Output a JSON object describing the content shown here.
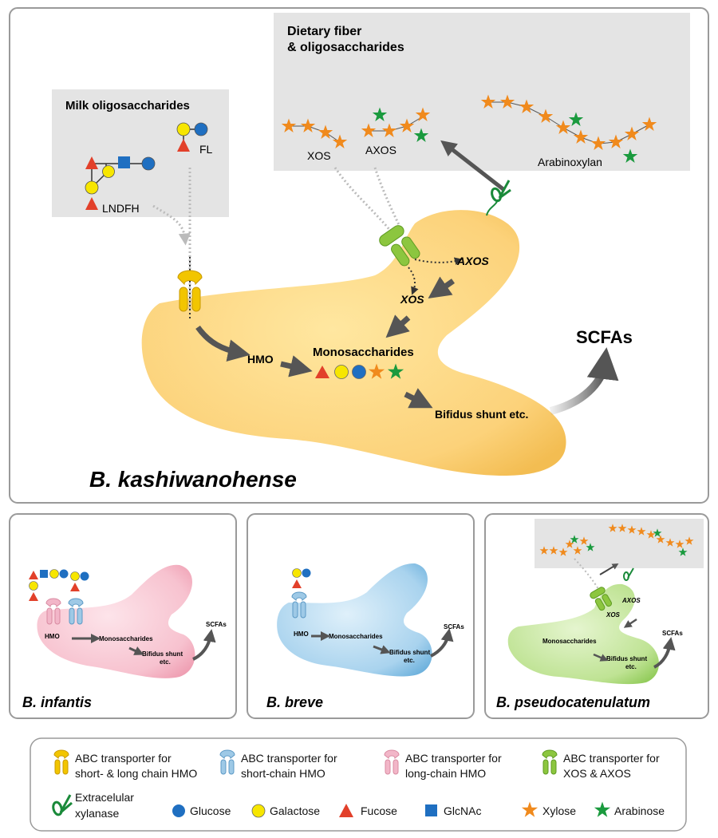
{
  "main_panel": {
    "species": "B. kashiwanohense",
    "milk_box_title": "Milk oligosaccharides",
    "fiber_box_title_line1": "Dietary fiber",
    "fiber_box_title_line2": "& oligosaccharides",
    "milk_labels": {
      "fl": "FL",
      "lndfh": "LNDFH"
    },
    "fiber_labels": {
      "xos": "XOS",
      "axos": "AXOS",
      "arabinoxylan": "Arabinoxylan"
    },
    "cell_labels": {
      "axos": "AXOS",
      "xos": "XOS",
      "hmo": "HMO",
      "monosaccharides": "Monosaccharides",
      "bifidus": "Bifidus shunt etc.",
      "scfas": "SCFAs"
    }
  },
  "infantis_panel": {
    "species": "B. infantis",
    "labels": {
      "hmo": "HMO",
      "monosaccharides": "Monosaccharides",
      "bifidus_line1": "Bifidus shunt",
      "bifidus_line2": "etc.",
      "scfas": "SCFAs"
    }
  },
  "breve_panel": {
    "species": "B. breve",
    "labels": {
      "hmo": "HMO",
      "monosaccharides": "Monosaccharides",
      "bifidus_line1": "Bifidus shunt",
      "bifidus_line2": "etc.",
      "scfas": "SCFAs"
    }
  },
  "pseudo_panel": {
    "species": "B. pseudocatenulatum",
    "labels": {
      "axos": "AXOS",
      "xos": "XOS",
      "monosaccharides": "Monosaccharides",
      "bifidus_line1": "Bifidus shunt",
      "bifidus_line2": "etc.",
      "scfas": "SCFAs"
    }
  },
  "legend": {
    "row1": [
      {
        "icon": "transporter-yellow-icon",
        "line1": "ABC transporter for",
        "line2": "short- & long chain HMO",
        "color": "#f2c500"
      },
      {
        "icon": "transporter-blue-icon",
        "line1": "ABC transporter for",
        "line2": "short-chain HMO",
        "color": "#9ec9e6"
      },
      {
        "icon": "transporter-pink-icon",
        "line1": "ABC transporter for",
        "line2": "long-chain HMO",
        "color": "#f2b6c8"
      },
      {
        "icon": "transporter-green-icon",
        "line1": "ABC transporter for",
        "line2": "XOS & AXOS",
        "color": "#8cc63f"
      }
    ],
    "row2": [
      {
        "icon": "xylanase-scissors-icon",
        "line1": "Extracelular",
        "line2": "xylanase",
        "color": "#1a8a3a"
      },
      {
        "icon": "glucose-circle-icon",
        "label": "Glucose",
        "color": "#1f6fc1"
      },
      {
        "icon": "galactose-circle-icon",
        "label": "Galactose",
        "color": "#f7e600"
      },
      {
        "icon": "fucose-triangle-icon",
        "label": "Fucose",
        "color": "#e2402a"
      },
      {
        "icon": "glcnac-square-icon",
        "label": "GlcNAc",
        "color": "#1f6fc1"
      },
      {
        "icon": "xylose-star-icon",
        "label": "Xylose",
        "color": "#f08a1d"
      },
      {
        "icon": "arabinose-star-icon",
        "label": "Arabinose",
        "color": "#1a9a3e"
      }
    ]
  }
}
